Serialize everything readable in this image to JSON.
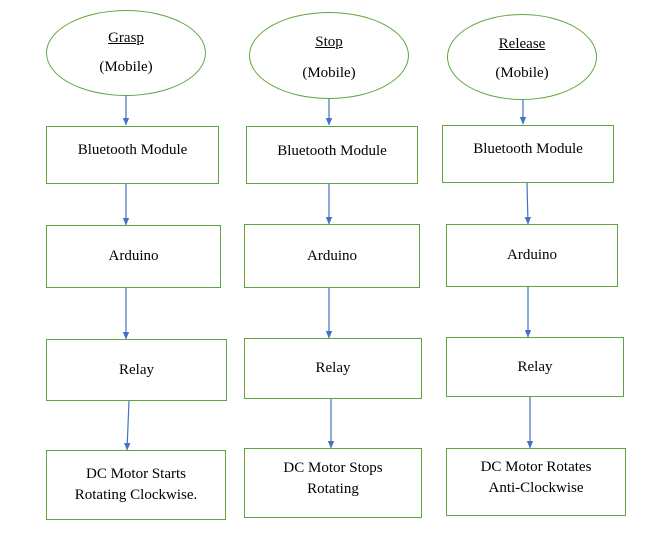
{
  "colors": {
    "node_border": "#5fa53f",
    "arrow": "#4472c4"
  },
  "flows": [
    {
      "trigger": {
        "title": "Grasp",
        "sub": "(Mobile)"
      },
      "bluetooth": "Bluetooth Module",
      "controller": "Arduino",
      "relay": "Relay",
      "motor": [
        "DC Motor Starts",
        "Rotating Clockwise."
      ]
    },
    {
      "trigger": {
        "title": "Stop",
        "sub": "(Mobile)"
      },
      "bluetooth": "Bluetooth Module",
      "controller": "Arduino",
      "relay": "Relay",
      "motor": [
        "DC Motor Stops",
        "Rotating"
      ]
    },
    {
      "trigger": {
        "title": "Release",
        "sub": "(Mobile)"
      },
      "bluetooth": "Bluetooth Module",
      "controller": "Arduino",
      "relay": "Relay",
      "motor": [
        "DC Motor Rotates",
        "Anti-Clockwise"
      ]
    }
  ]
}
